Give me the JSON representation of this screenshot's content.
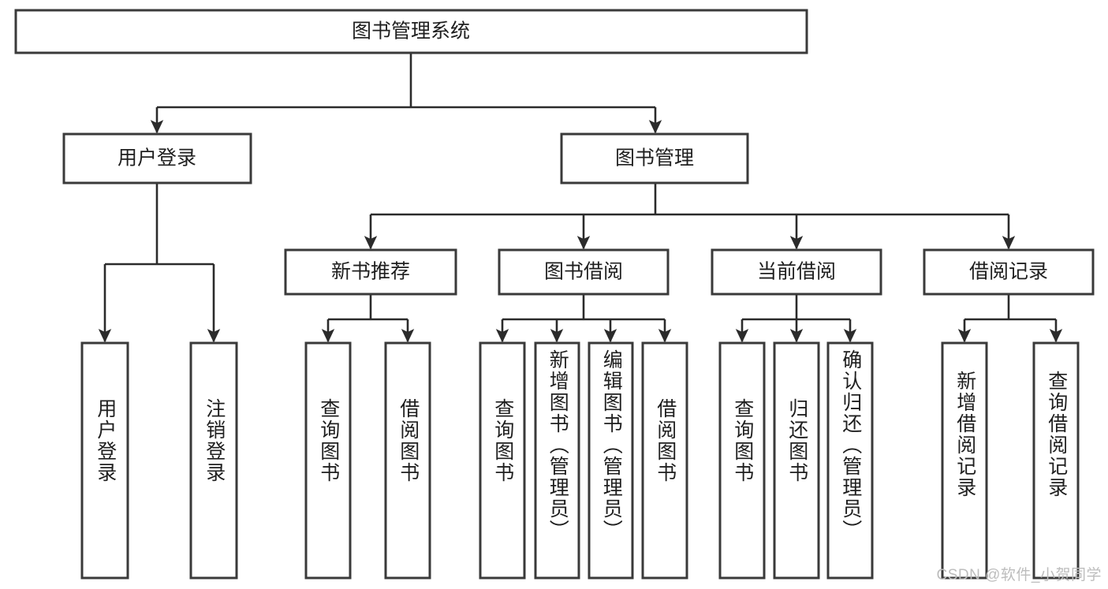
{
  "diagram": {
    "title": "图书管理系统",
    "type": "tree-hierarchy",
    "watermark": "CSDN @软件_小贺同学",
    "colors": {
      "box_stroke": "#3a3a3a",
      "edge_stroke": "#2b2b2b",
      "background": "#ffffff",
      "text": "#1f1f1f",
      "watermark": "#bdbdbd"
    },
    "root": {
      "label": "图书管理系统"
    },
    "level2": [
      {
        "label": "用户登录"
      },
      {
        "label": "图书管理"
      }
    ],
    "level3": [
      {
        "label": "新书推荐"
      },
      {
        "label": "图书借阅"
      },
      {
        "label": "当前借阅"
      },
      {
        "label": "借阅记录"
      }
    ],
    "leaves": {
      "user_login": [
        {
          "label": "用户登录"
        },
        {
          "label": "注销登录"
        }
      ],
      "new_book_recommend": [
        {
          "label": "查询图书"
        },
        {
          "label": "借阅图书"
        }
      ],
      "book_borrow": [
        {
          "label": "查询图书"
        },
        {
          "label": "新增图书（管理员）"
        },
        {
          "label": "编辑图书（管理员）"
        },
        {
          "label": "借阅图书"
        }
      ],
      "current_borrow": [
        {
          "label": "查询图书"
        },
        {
          "label": "归还图书"
        },
        {
          "label": "确认归还（管理员）"
        }
      ],
      "borrow_record": [
        {
          "label": "新增借阅记录"
        },
        {
          "label": "查询借阅记录"
        }
      ]
    }
  }
}
